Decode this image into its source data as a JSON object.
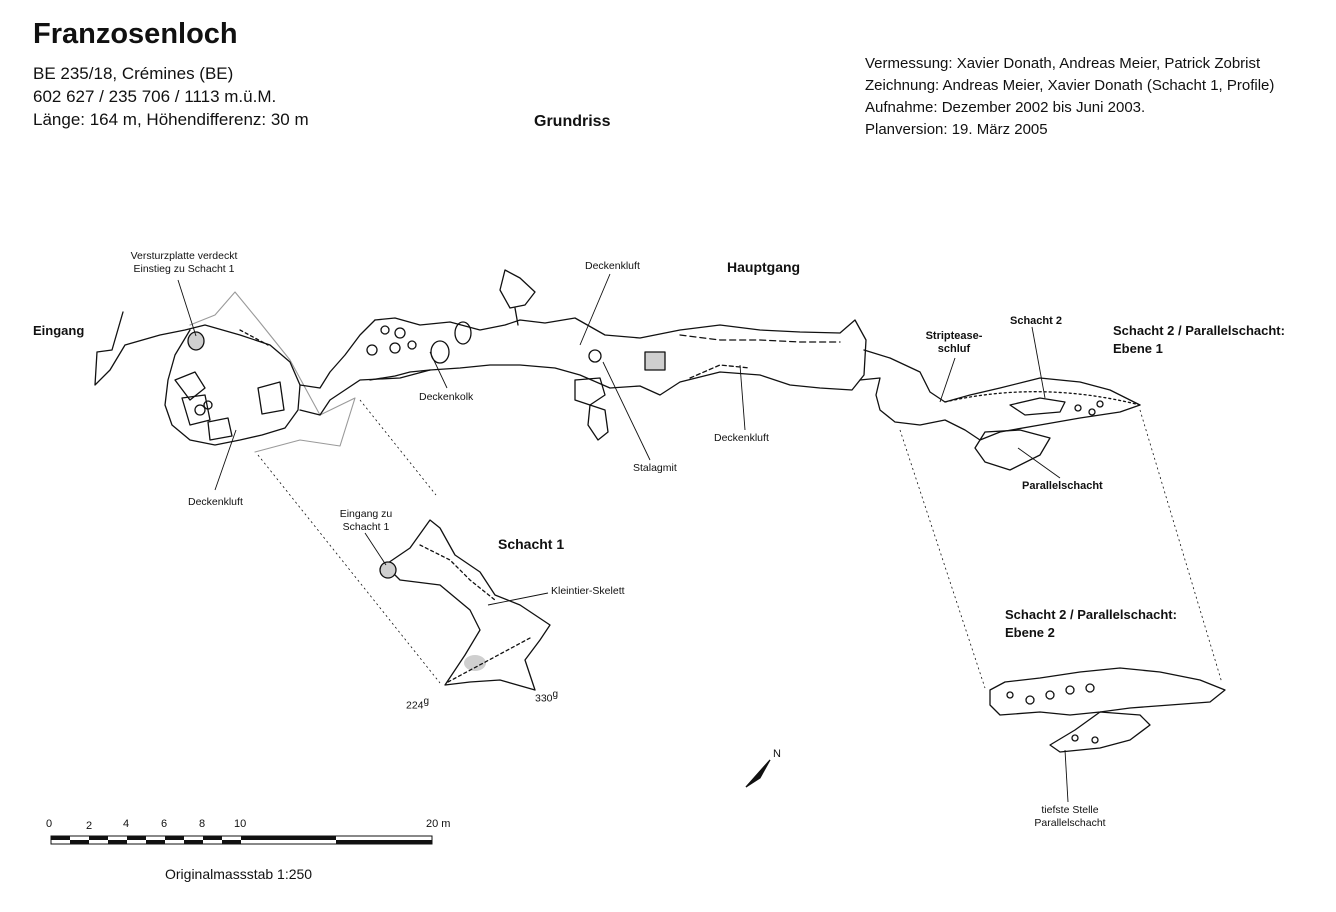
{
  "header": {
    "title": "Franzosenloch",
    "meta_lines": [
      "BE 235/18, Crémines (BE)",
      "602 627 / 235 706 / 1113 m.ü.M.",
      "Länge: 164 m, Höhendifferenz: 30 m"
    ],
    "plan_type": "Grundriss"
  },
  "credits": {
    "lines": [
      "Vermessung: Xavier Donath, Andreas Meier, Patrick Zobrist",
      "Zeichnung: Andreas Meier, Xavier Donath (Schacht 1, Profile)",
      "Aufnahme: Dezember 2002 bis Juni 2003.",
      "Planversion: 19. März 2005"
    ]
  },
  "labels": {
    "eingang": "Eingang",
    "versturzplatte_1": "Versturzplatte verdeckt",
    "versturzplatte_2": "Einstieg zu Schacht 1",
    "deckenkluft_top": "Deckenkluft",
    "hauptgang": "Hauptgang",
    "deckenkolk": "Deckenkolk",
    "stalagmit": "Stalagmit",
    "deckenkluft_mid": "Deckenkluft",
    "deckenkluft_left": "Deckenkluft",
    "stripteaseschluf_1": "Striptease-",
    "stripteaseschluf_2": "schluf",
    "schacht2": "Schacht 2",
    "ebene1_1": "Schacht 2 / Parallelschacht:",
    "ebene1_2": "Ebene 1",
    "parallelschacht": "Parallelschacht",
    "eingang_schacht1_1": "Eingang zu",
    "eingang_schacht1_2": "Schacht 1",
    "schacht1": "Schacht 1",
    "kleintier": "Kleintier-Skelett",
    "bearing_224": "224",
    "bearing_330": "330",
    "bearing_unit": "g",
    "ebene2_1": "Schacht 2 / Parallelschacht:",
    "ebene2_2": "Ebene 2",
    "tiefste_1": "tiefste Stelle",
    "tiefste_2": "Parallelschacht",
    "north": "N"
  },
  "scale": {
    "ticks": [
      "0",
      "2",
      "4",
      "6",
      "8",
      "10",
      "20 m"
    ],
    "caption": "Originalmassstab 1:250"
  },
  "colors": {
    "ink": "#111111",
    "gray_outline": "#9a9a9a",
    "fill_gray": "#cfcfcf"
  }
}
